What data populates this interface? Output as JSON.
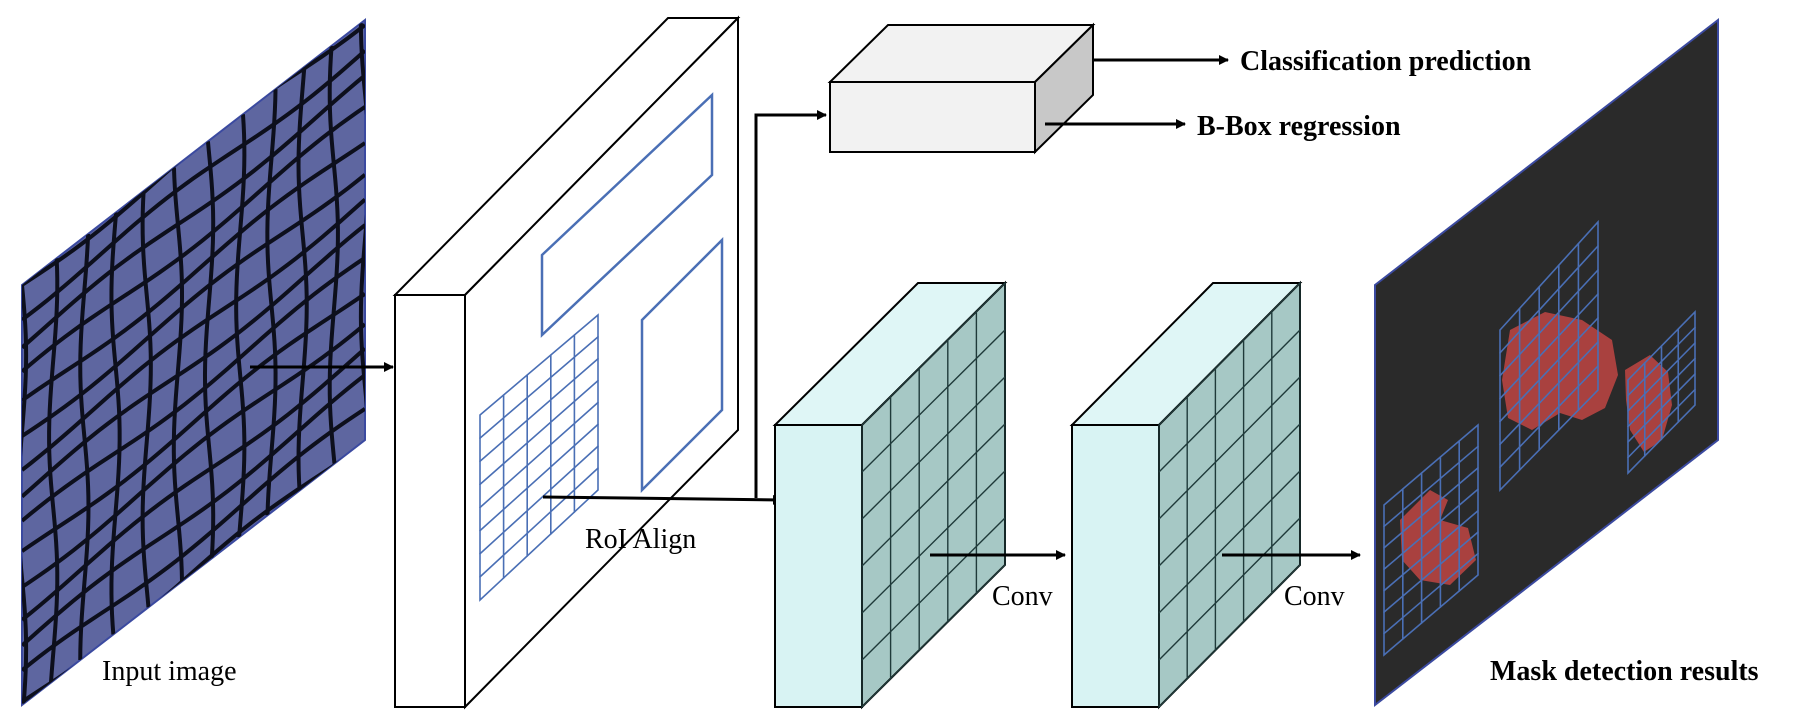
{
  "labels": {
    "input_image": "Input image",
    "roi_align": "RoI Align",
    "conv1": "Conv",
    "conv2": "Conv",
    "classification": "Classification prediction",
    "bbox": "B-Box regression",
    "mask_results": "Mask detection results"
  },
  "colors": {
    "input_fill": "#5e66a0",
    "net_line": "#0d0f1c",
    "box_blue": "#4a6fb5",
    "cyan_front": "#d8f3f3",
    "cyan_top": "#dff6f6",
    "teal_side": "#a6c8c5",
    "gray_front": "#f2f2f2",
    "gray_side": "#c8c8c8",
    "dark_bg": "#2a2a2a",
    "mask_red": "#b74441"
  }
}
